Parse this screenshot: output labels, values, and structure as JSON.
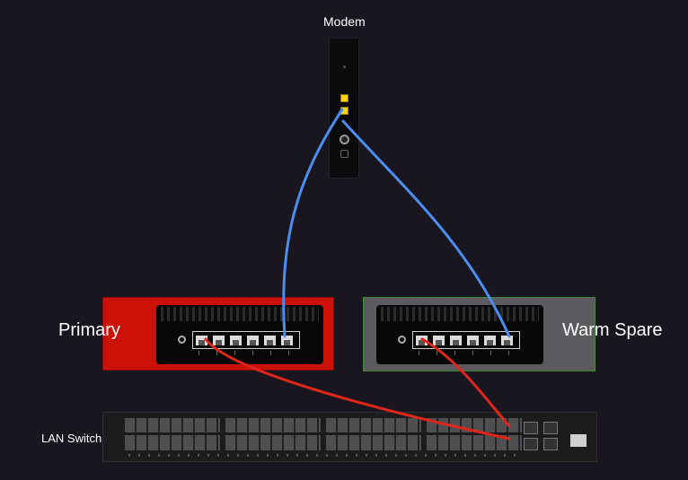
{
  "labels": {
    "modem": "Modem",
    "primary": "Primary",
    "warm_spare": "Warm Spare",
    "lan_switch": "LAN Switch"
  },
  "devices": {
    "modem": {
      "icon": "modem-icon",
      "port_color": "#ffd21a"
    },
    "primary": {
      "icon": "firewall-icon",
      "panel_color": "#cc1208"
    },
    "warm_spare": {
      "icon": "firewall-icon",
      "panel_color": "#5c5a5e",
      "border_color": "#3b8a3b"
    },
    "lan_switch": {
      "icon": "switch-icon"
    }
  },
  "links": {
    "wan_color": "#4b8ef0",
    "lan_color": "#e0261a",
    "connections": [
      {
        "from": "modem",
        "to": "primary",
        "type": "wan"
      },
      {
        "from": "modem",
        "to": "warm_spare",
        "type": "wan"
      },
      {
        "from": "primary",
        "to": "lan_switch",
        "type": "lan"
      },
      {
        "from": "warm_spare",
        "to": "lan_switch",
        "type": "lan"
      }
    ]
  }
}
